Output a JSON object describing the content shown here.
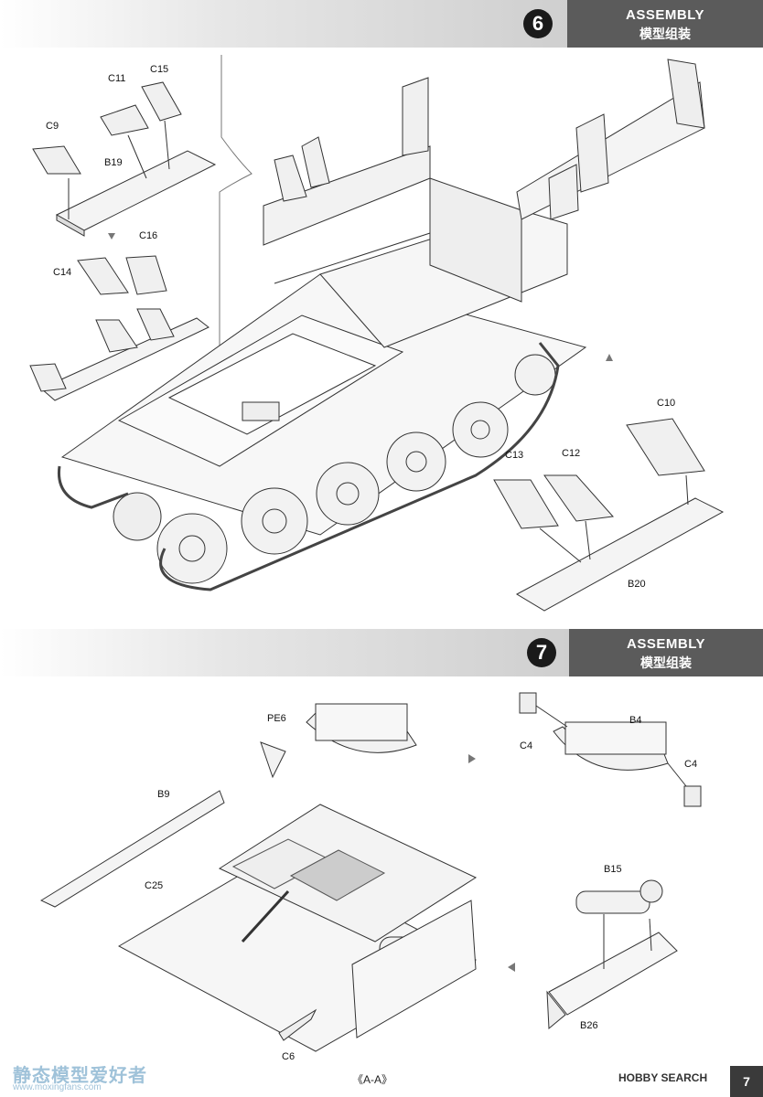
{
  "step6": {
    "number": "6",
    "title_en": "ASSEMBLY",
    "title_cn": "模型组装",
    "labels": [
      "C11",
      "C15",
      "C9",
      "B19",
      "C16",
      "C14",
      "C10",
      "C13",
      "C12",
      "B20"
    ]
  },
  "step7": {
    "number": "7",
    "title_en": "ASSEMBLY",
    "title_cn": "模型组装",
    "labels": [
      "PE6",
      "B9",
      "C25",
      "C6",
      "C4",
      "B4",
      "C4",
      "B15",
      "B26"
    ]
  },
  "footer": {
    "center_text": "《A-A》",
    "watermark_cn": "静态模型爱好者",
    "watermark_url": "www.moxingfans.com",
    "hobby_search": "HOBBY SEARCH",
    "page_tag": "7"
  }
}
